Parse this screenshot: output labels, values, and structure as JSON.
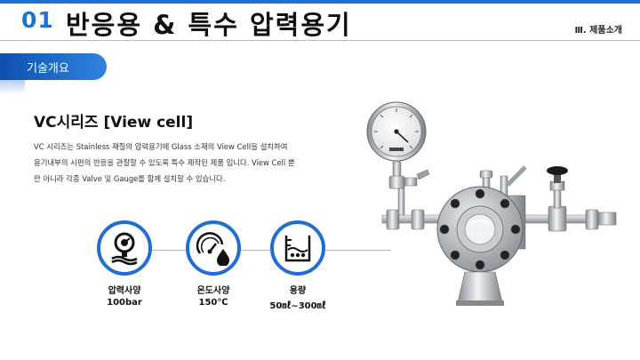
{
  "header": {
    "section_number": "01",
    "title": "반응용 & 특수 압력용기",
    "breadcrumb": "Ⅲ. 제품소개"
  },
  "tab": {
    "label": "기술개요"
  },
  "product": {
    "title": "VC시리즈 [View cell]",
    "description_lines": [
      "VC 시리즈는 Stainless 재질의 압력용기에 Glass 소재의 View Cell을 설치하여",
      "용기내부의 시편의 반응을 관찰할 수 있도록 특수 제작된 제품 입니다. View Cell 뿐",
      "만 아니라 각종 Valve 및 Gauge를 함께 설치할 수 있습니다."
    ]
  },
  "specs": [
    {
      "label": "압력사양",
      "value": "100bar",
      "icon": "pressure-gauge-icon"
    },
    {
      "label": "온도사양",
      "value": "150℃",
      "icon": "temperature-gauge-icon"
    },
    {
      "label": "용량",
      "value": "50㎖~300㎖",
      "icon": "vessel-capacity-icon"
    }
  ],
  "colors": {
    "accent": "#1f6fd1",
    "number": "#1a74d6",
    "tab_start": "#0f4fae",
    "tab_end": "#2f84e0"
  }
}
